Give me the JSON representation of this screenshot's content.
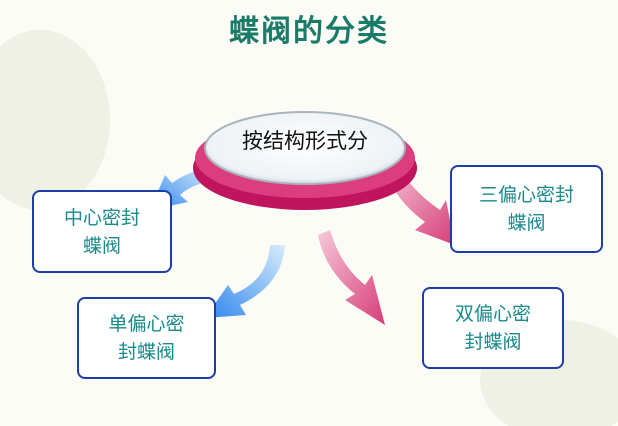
{
  "title": "蝶阀的分类",
  "center": "按结构形式分",
  "categories": [
    {
      "line1": "中心密封",
      "line2": "蝶阀"
    },
    {
      "line1": "单偏心密",
      "line2": "封蝶阀"
    },
    {
      "line1": "三偏心密封",
      "line2": "蝶阀"
    },
    {
      "line1": "双偏心密",
      "line2": "封蝶阀"
    }
  ],
  "colors": {
    "title": "#1b7a68",
    "box_border": "#1d3ea6",
    "box_text": "#1a8a8a",
    "blue_arrow": "#3c8ff0",
    "pink_arrow": "#d8417a"
  }
}
